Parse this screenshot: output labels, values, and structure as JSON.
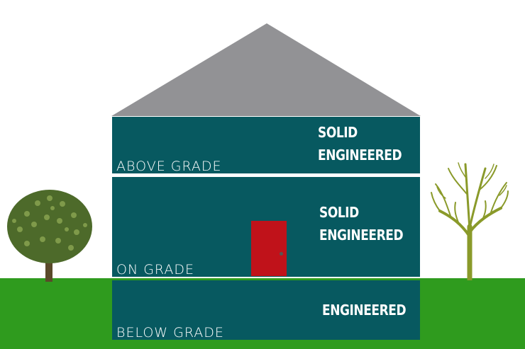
{
  "floors": {
    "above": {
      "grade_label": "ABOVE GRADE",
      "types": [
        "SOLID",
        "ENGINEERED"
      ]
    },
    "on": {
      "grade_label": "ON GRADE",
      "types": [
        "SOLID",
        "ENGINEERED"
      ]
    },
    "below": {
      "grade_label": "BELOW GRADE",
      "types": [
        "ENGINEERED"
      ]
    }
  },
  "colors": {
    "wall": "#075960",
    "roof": "#929295",
    "ground": "#2f9b1e",
    "door": "#c0121a",
    "leafy_tree": "#4d6a2a",
    "bare_tree": "#8a9a2a",
    "text": "#ffffff"
  },
  "icons": [
    "leafy-tree-icon",
    "bare-tree-icon",
    "door-icon"
  ]
}
